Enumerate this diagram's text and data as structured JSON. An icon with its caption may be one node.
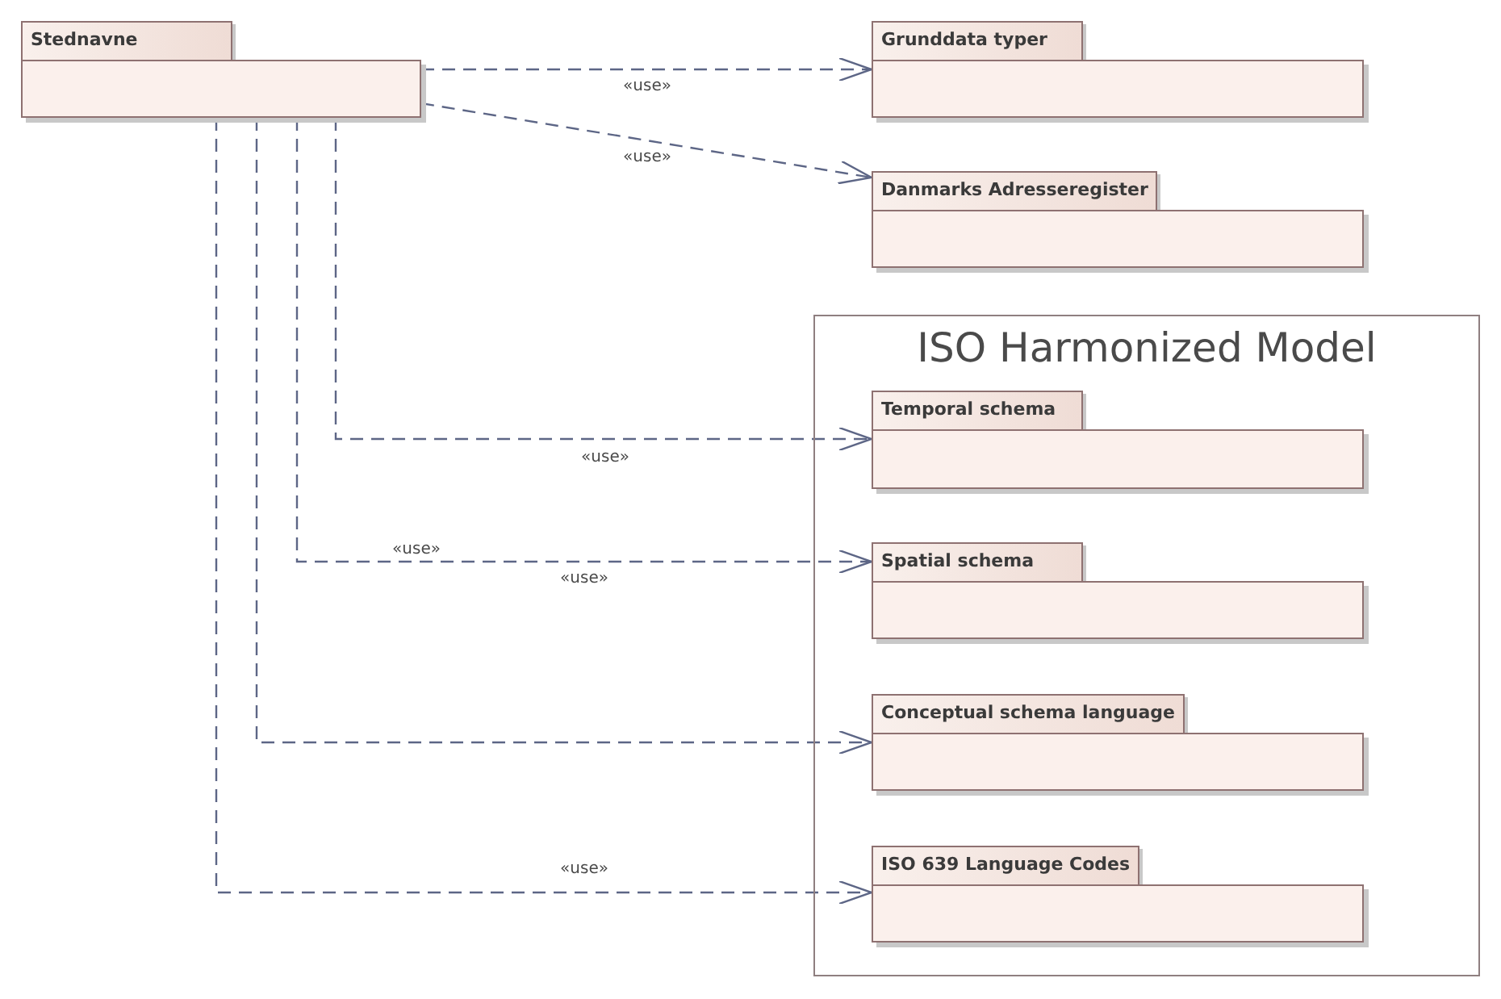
{
  "diagram": {
    "nodes": [
      {
        "text": [
          "Stednavne"
        ]
      },
      {
        "text": [
          "Grunddata typer"
        ]
      },
      {
        "text": [
          "Danmarks Adresseregister"
        ]
      },
      {
        "text": [
          "ISO Harmonized Model"
        ]
      },
      {
        "text": [
          "Temporal schema"
        ],
        "in": 3
      },
      {
        "text": [
          "Spatial schema"
        ],
        "in": 3
      },
      {
        "text": [
          "Conceptual schema language"
        ],
        "in": 3
      },
      {
        "text": [
          "ISO 639 Language Codes"
        ],
        "in": 3
      }
    ],
    "edges": [
      {
        "from": 0,
        "to": 1,
        "arrow": "to",
        "style": "dashed",
        "label": "«use»"
      },
      {
        "from": 0,
        "to": 2,
        "arrow": "to",
        "style": "dashed",
        "label": "«use»"
      },
      {
        "from": 0,
        "to": 4,
        "arrow": "to",
        "style": "dashed",
        "label": "«use»"
      },
      {
        "from": 0,
        "to": 5,
        "arrow": "to",
        "style": "dashed",
        "label": "«use»"
      },
      {
        "from": 0,
        "to": 6,
        "arrow": "to",
        "style": "dashed"
      },
      {
        "from": 0,
        "to": 7,
        "arrow": "to",
        "style": "dashed",
        "label": "«use»"
      }
    ],
    "labels": [
      "«use»"
    ]
  }
}
